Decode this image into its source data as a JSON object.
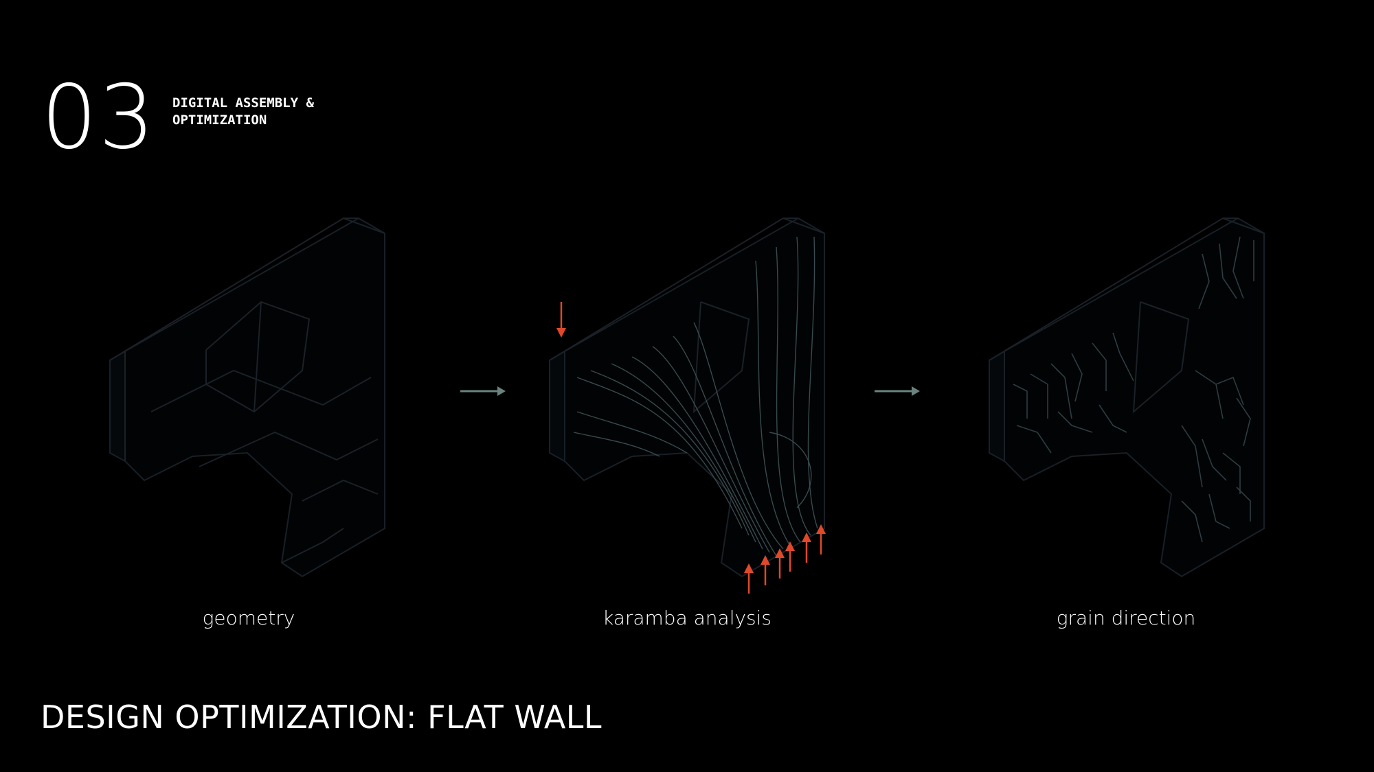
{
  "header": {
    "section_number": "03",
    "section_title_line1": "DIGITAL ASSEMBLY &",
    "section_title_line2": "OPTIMIZATION"
  },
  "diagram": {
    "steps": [
      {
        "caption": "geometry"
      },
      {
        "caption": "karamba analysis"
      },
      {
        "caption": "grain direction"
      }
    ]
  },
  "colors": {
    "background": "#000000",
    "load_arrow": "#e0482a",
    "process_arrow": "#6a837e",
    "text": "#ffffff"
  },
  "footer": {
    "page_title": "DESIGN OPTIMIZATION: FLAT WALL"
  }
}
